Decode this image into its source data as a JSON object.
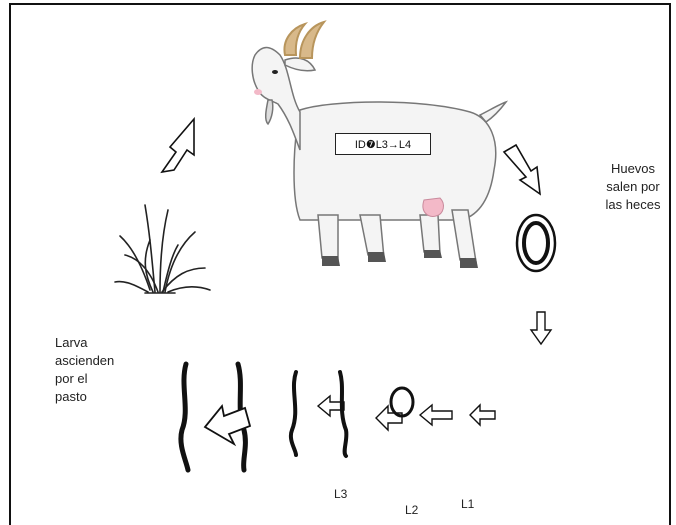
{
  "labels": {
    "id_box": "ID❼L3→L4",
    "eggs_lines": [
      "Huevos",
      "salen por",
      "las heces"
    ],
    "larva_lines": [
      "Larva",
      "ascienden",
      "por el",
      "pasto"
    ],
    "stage_l3": "L3",
    "stage_l2": "L2",
    "stage_l1": "L1"
  },
  "colors": {
    "outline": "#111111",
    "goat_fill": "#f4f4f4",
    "horn": "#d8b98a",
    "udder": "#f3b9c8",
    "hoof": "#555555"
  }
}
